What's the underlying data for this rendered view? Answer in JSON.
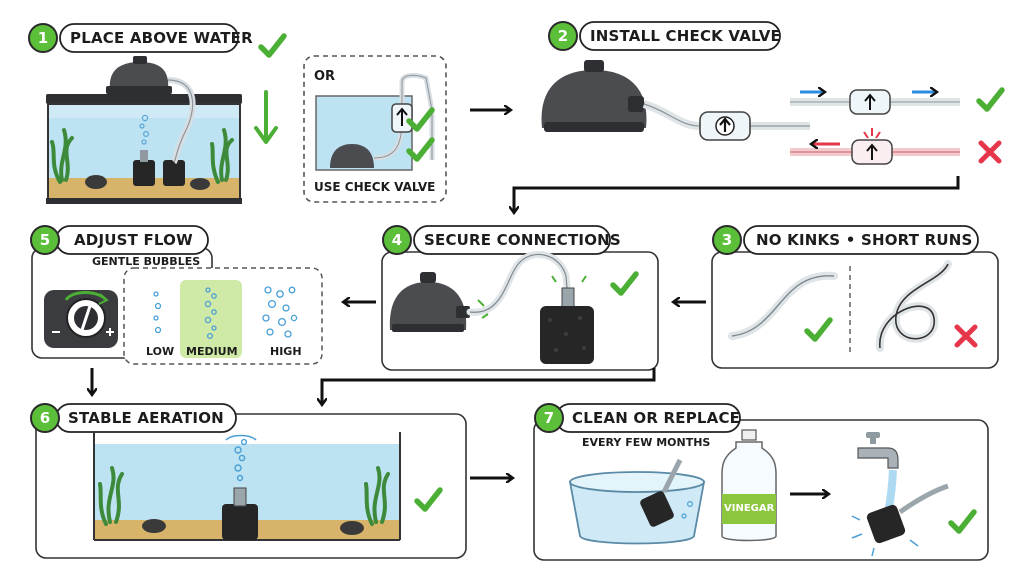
{
  "steps": [
    {
      "number": "1",
      "title": "PLACE ABOVE WATER",
      "alt_label": "OR",
      "alt_caption": "USE CHECK VALVE"
    },
    {
      "number": "2",
      "title": "INSTALL CHECK VALVE"
    },
    {
      "number": "3",
      "title": "NO KINKS • SHORT RUNS"
    },
    {
      "number": "4",
      "title": "SECURE CONNECTIONS"
    },
    {
      "number": "5",
      "title": "ADJUST FLOW",
      "subtitle": "GENTLE BUBBLES",
      "levels": [
        "LOW",
        "MEDIUM",
        "HIGH"
      ]
    },
    {
      "number": "6",
      "title": "STABLE AERATION"
    },
    {
      "number": "7",
      "title": "CLEAN OR REPLACE",
      "subtitle": "EVERY FEW MONTHS",
      "bottle_label": "VINEGAR"
    }
  ],
  "colors": {
    "badge": "#5cbf3a",
    "check": "#4caf35",
    "cross": "#e5364a",
    "water": "#bfe3f3",
    "pump": "#4a4c50",
    "sponge": "#262626",
    "sand": "#d8b46a",
    "medium_highlight": "#cfe9a6"
  },
  "icons": [
    "check-icon",
    "cross-icon",
    "flow-arrow-icon",
    "air-pump-icon",
    "check-valve-icon",
    "sponge-filter-icon",
    "faucet-icon"
  ]
}
